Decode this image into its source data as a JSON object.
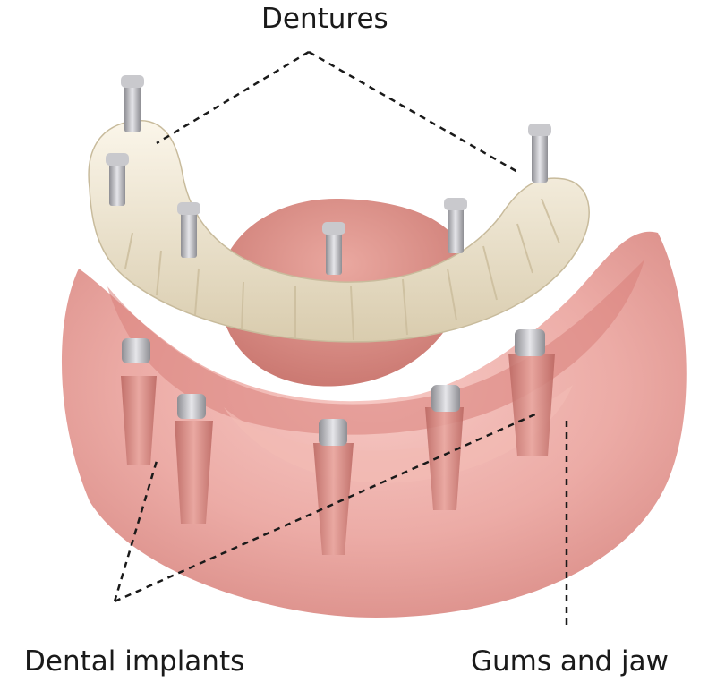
{
  "labels": {
    "dentures": "Dentures",
    "dental_implants": "Dental implants",
    "gums_and_jaw": "Gums and jaw"
  },
  "colors": {
    "gum": "#e9a4a0",
    "gum_dark": "#c9706c",
    "tongue": "#d98a84",
    "tooth": "#f2ead8",
    "tooth_shade": "#d9cdb0",
    "implant": "#c87e78",
    "screw": "#b8b8bc",
    "leader_line": "#1a1a1a",
    "text": "#1a1a1a"
  }
}
